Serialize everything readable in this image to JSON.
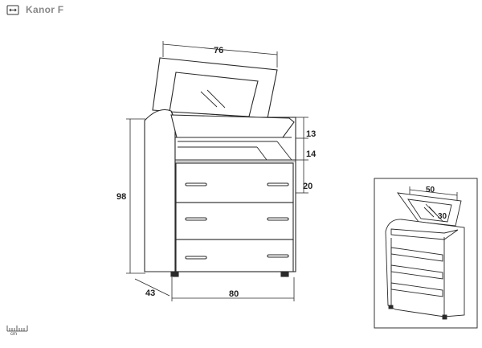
{
  "header": {
    "product_name": "Kanor F",
    "width_icon": "width-arrows-icon"
  },
  "dimensions": {
    "top_width": "76",
    "height": "98",
    "depth": "43",
    "width": "80",
    "top_compartment": "13",
    "open_shelf": "14",
    "drawer_height": "20"
  },
  "inset": {
    "mirror_width": "50",
    "mirror_height": "30"
  },
  "scale": {
    "unit_label": "cm"
  }
}
